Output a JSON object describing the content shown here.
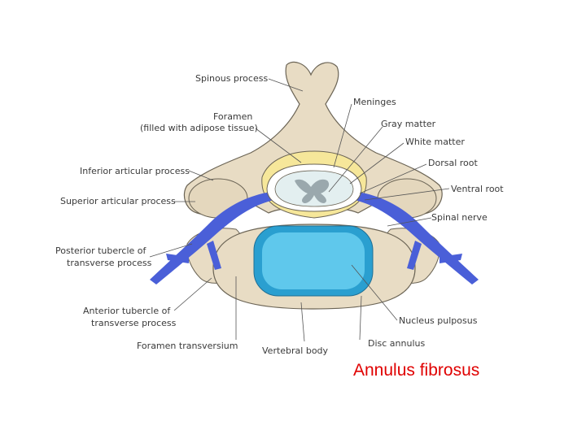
{
  "labels": {
    "spinous_process": "Spinous process",
    "meninges": "Meninges",
    "foramen_line1": "Foramen",
    "foramen_line2": "(filled with adipose tissue)",
    "gray_matter": "Gray matter",
    "white_matter": "White matter",
    "inferior_articular_process": "Inferior articular process",
    "dorsal_root": "Dorsal root",
    "superior_articular_process": "Superior articular process",
    "ventral_root": "Ventral root",
    "spinal_nerve": "Spinal nerve",
    "posterior_tubercle_line1": "Posterior tubercle of",
    "posterior_tubercle_line2": "transverse process",
    "anterior_tubercle_line1": "Anterior tubercle of",
    "anterior_tubercle_line2": "transverse process",
    "nucleus_pulposus": "Nucleus pulposus",
    "foramen_transversium": "Foramen transversium",
    "vertebral_body": "Vertebral body",
    "disc_annulus": "Disc annulus"
  },
  "caption": "Annulus fibrosus",
  "colors": {
    "bone": "#e8dcc4",
    "bone_outline": "#6b6455",
    "fat": "#f6e79a",
    "nerve": "#4a5fd8",
    "cord_white": "#e3eff0",
    "cord_gray": "#9aa8ad",
    "nucleus": "#5fc8ec",
    "annulus": "#2a9fd0",
    "caption": "#e00000"
  }
}
